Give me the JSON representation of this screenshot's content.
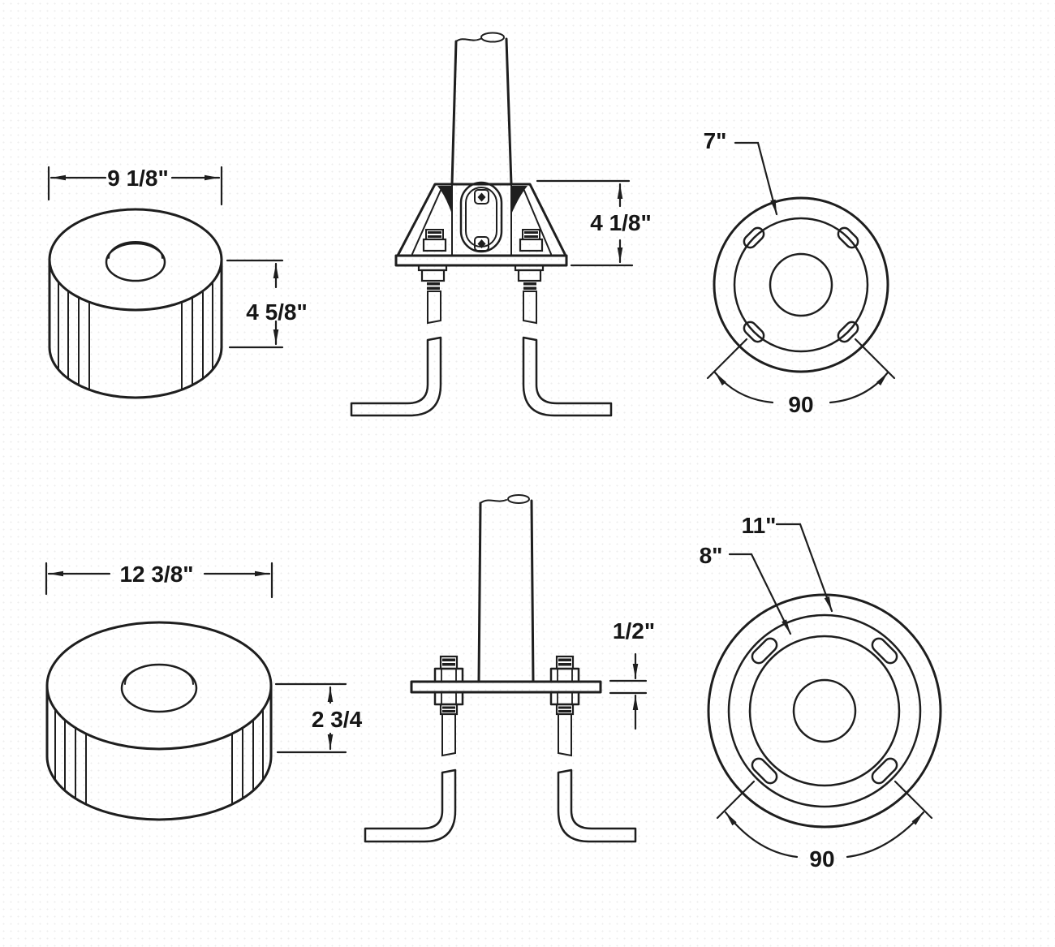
{
  "document": {
    "type": "technical drawing",
    "subject": "pole base mounting details - two anchor base assemblies, each shown as isometric base, side elevation and top bolt-circle view",
    "line_color": "#1e1e1e",
    "background_color": "#ffffff"
  },
  "figures": {
    "top_left_iso_base": {
      "view": "isometric cylindrical base (small)",
      "width": "9 1/8\"",
      "height": "4 5/8\""
    },
    "top_middle_side_view": {
      "view": "pole with shrouded anchor bracket and J-bolts (side elevation)",
      "bracket_height": "4 1/8\""
    },
    "top_right_top_view": {
      "view": "top view bolt circle (small base)",
      "bolt_circle_diameter": "7\"",
      "bolt_angle": "90"
    },
    "bottom_left_iso_base": {
      "view": "isometric cylindrical base (large)",
      "width": "12 3/8\"",
      "height": "2 3/4"
    },
    "bottom_middle_side_view": {
      "view": "pole with flat base plate and J-bolts (side elevation)",
      "plate_thickness": "1/2\""
    },
    "bottom_right_top_view": {
      "view": "top view bolt circle (large base)",
      "outer_circle_diameter": "11\"",
      "bolt_circle_diameter": "8\"",
      "bolt_angle": "90"
    }
  }
}
